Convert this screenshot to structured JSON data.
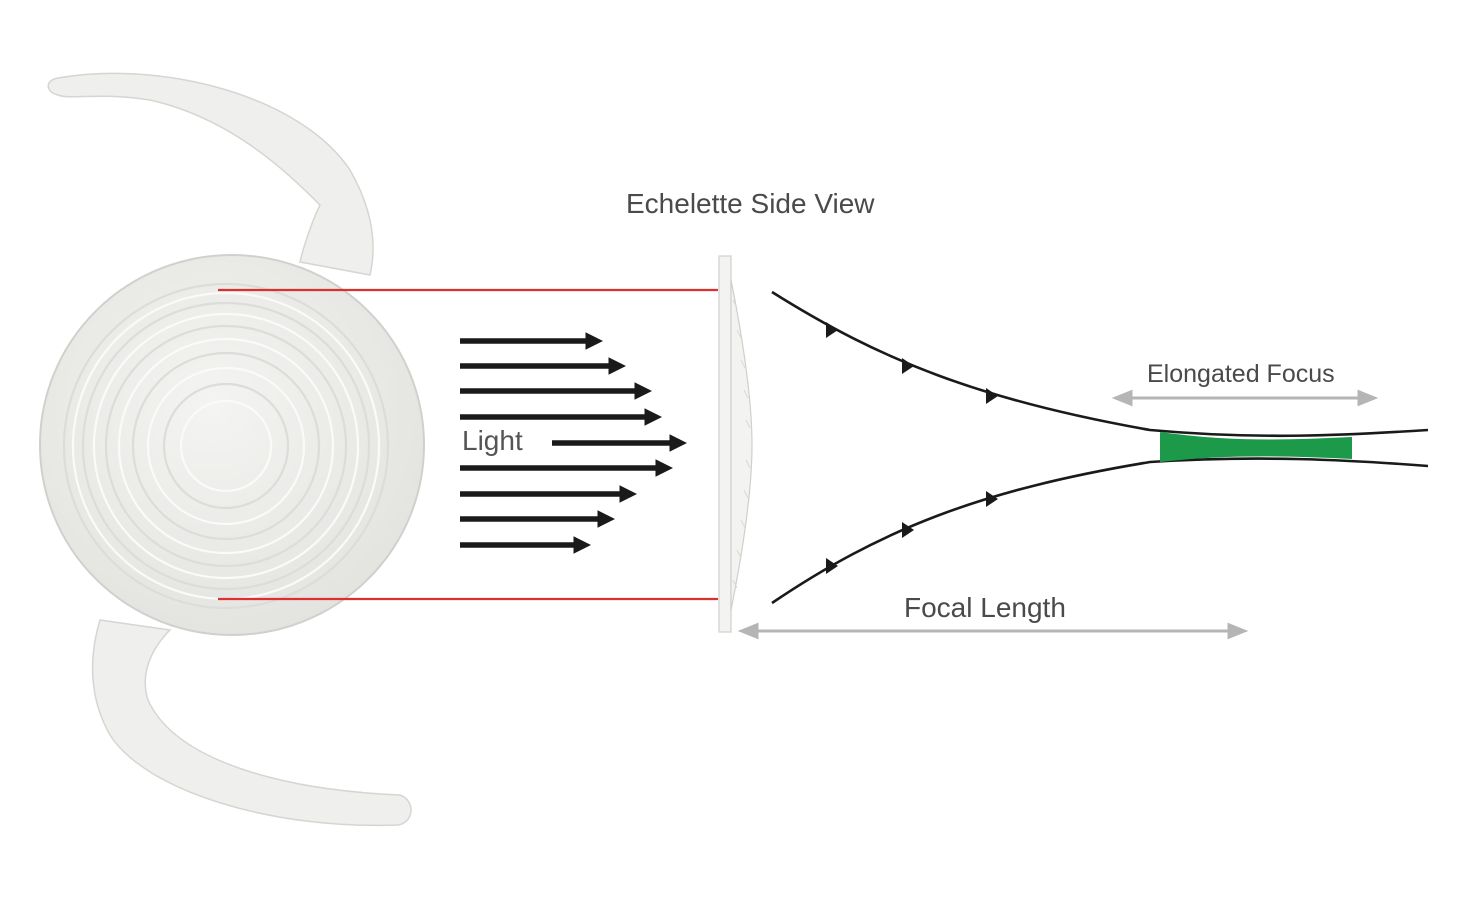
{
  "labels": {
    "title": "Echelette Side View",
    "light": "Light",
    "elongated_focus": "Elongated Focus",
    "focal_length": "Focal Length"
  },
  "colors": {
    "lens_fill": "#ededeb",
    "lens_ring": "#f8f8f6",
    "red_line": "#d93030",
    "arrow": "#1a1a1a",
    "ray": "#1a1a1a",
    "focus_band": "#1c9a4a",
    "dimension_arrow": "#b5b5b5",
    "text": "#4a4a4a"
  },
  "icons": {
    "lens": "intraocular-lens-icon",
    "echelette": "echelette-profile-icon"
  }
}
